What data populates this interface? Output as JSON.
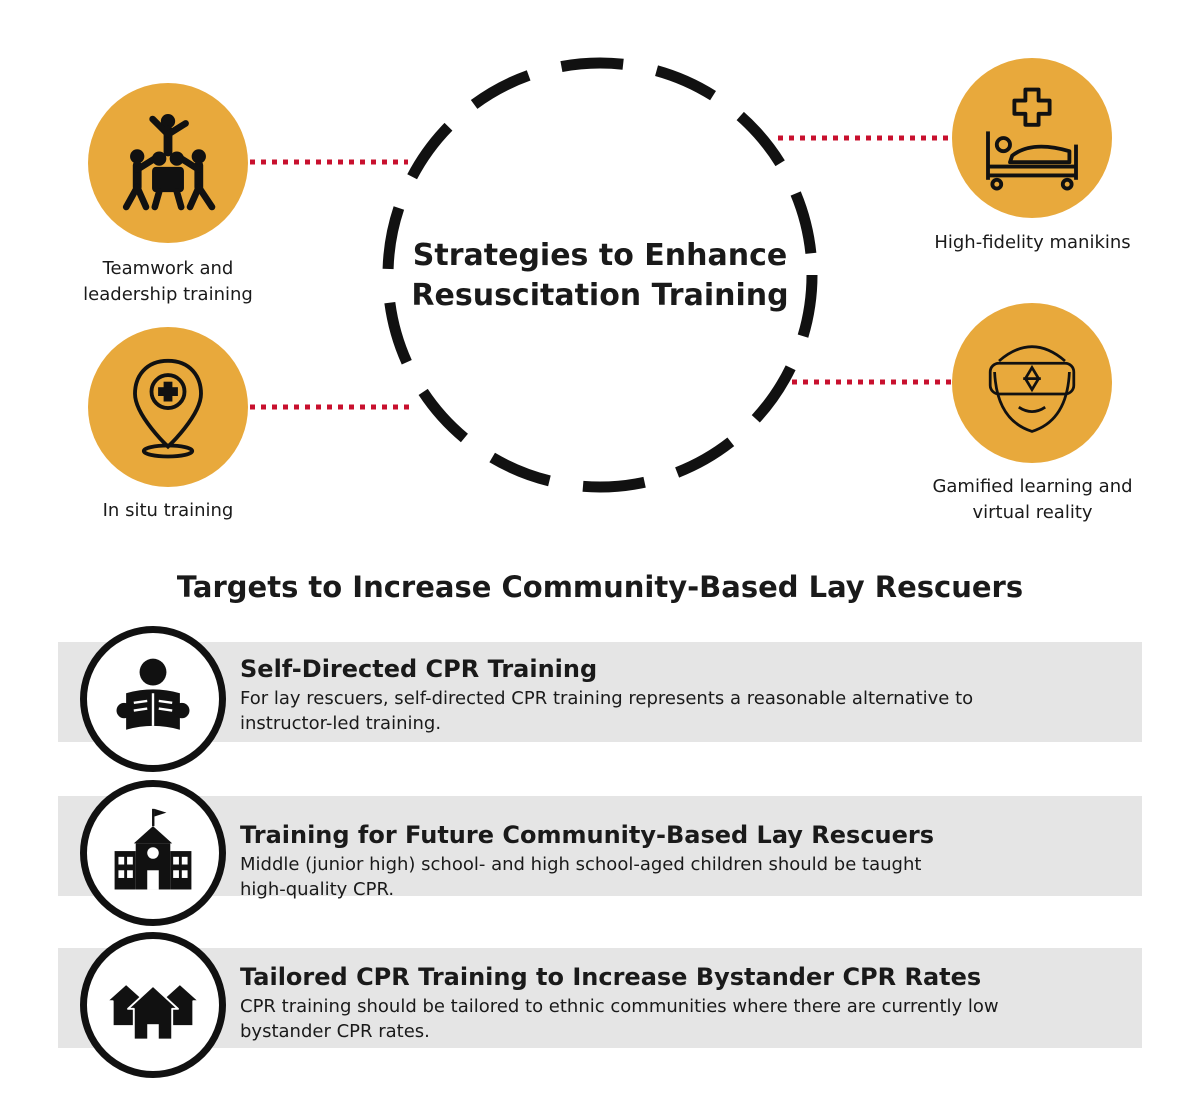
{
  "center": {
    "title_line1": "Strategies to Enhance",
    "title_line2": "Resuscitation Training"
  },
  "strategies": [
    {
      "label_line1": "Teamwork and",
      "label_line2": "leadership training",
      "icon": "teamwork-icon"
    },
    {
      "label_line1": "In situ training",
      "label_line2": "",
      "icon": "location-pin-icon"
    },
    {
      "label_line1": "High-fidelity manikins",
      "label_line2": "",
      "icon": "hospital-bed-icon"
    },
    {
      "label_line1": "Gamified learning and",
      "label_line2": "virtual reality",
      "icon": "vr-headset-icon"
    }
  ],
  "targets_section": {
    "title": "Targets to Increase Community-Based Lay Rescuers"
  },
  "targets": [
    {
      "heading": "Self-Directed CPR Training",
      "desc_line1": "For lay rescuers, self-directed CPR training represents a reasonable alternative to",
      "desc_line2": "instructor-led training.",
      "icon": "reading-person-icon"
    },
    {
      "heading": "Training for Future Community-Based Lay Rescuers",
      "desc_line1": "Middle (junior high) school- and high school-aged children should be taught",
      "desc_line2": "high-quality CPR.",
      "icon": "school-building-icon"
    },
    {
      "heading": "Tailored CPR Training to Increase Bystander CPR Rates",
      "desc_line1": "CPR training should be tailored to ethnic communities where there are currently low",
      "desc_line2": "bystander CPR rates.",
      "icon": "houses-icon"
    }
  ],
  "colors": {
    "accent_orange": "#E8A93C",
    "connector_red": "#C8102E",
    "band_gray": "#E5E5E5",
    "ink": "#111111"
  }
}
